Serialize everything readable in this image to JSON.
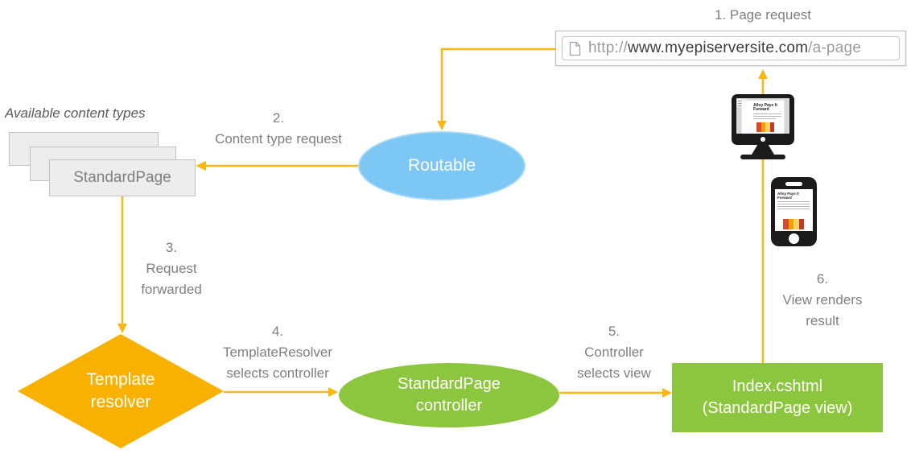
{
  "colors": {
    "connector": "#FCB713",
    "diamond": "#F8B100",
    "blue_node": "#7CC7F3",
    "blue_node_border": "#A6D9F7",
    "green_node": "#8CC63E",
    "label_gray": "#7F7F7F",
    "card_bg": "#EDEDED",
    "card_border": "#C2C2C2"
  },
  "annotations": {
    "step1": "1. Page request",
    "step2": "2.\nContent type request",
    "step3": "3.\nRequest\nforwarded",
    "step4": "4.\nTemplateResolver\nselects controller",
    "step5": "5.\nController\nselects view",
    "step6": "6.\nView renders\nresult"
  },
  "nodes": {
    "available_content_types": "Available content types",
    "content_type_card": "StandardPage",
    "routable": "Routable",
    "template_resolver": "Template\nresolver",
    "controller": "StandardPage\ncontroller",
    "view": "Index.cshtml\n(StandardPage view)"
  },
  "address_bar": {
    "protocol": "http://",
    "host": "www.myepiserversite.com",
    "path": "/a-page"
  },
  "devices": {
    "page_title": "Alloy Pays It\nForward"
  },
  "icons": {
    "address_bar": "document-outline-icon",
    "desktop": "monitor-icon",
    "mobile": "smartphone-icon"
  }
}
